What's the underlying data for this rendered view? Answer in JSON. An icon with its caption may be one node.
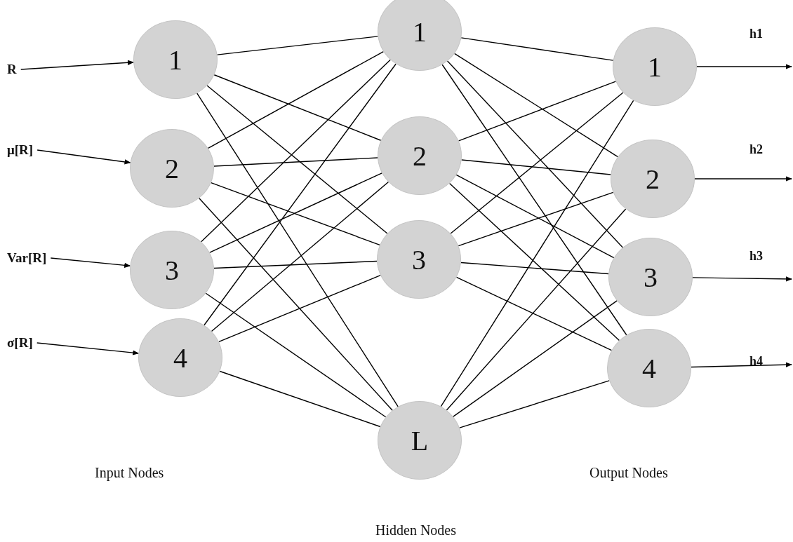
{
  "diagram": {
    "nodes": [
      {
        "text": [
          "R"
        ]
      },
      {
        "text": [
          "μ[R]"
        ]
      },
      {
        "text": [
          "Var[R]"
        ]
      },
      {
        "text": [
          "σ[R]"
        ]
      },
      {
        "text": [
          "1"
        ]
      },
      {
        "text": [
          "2"
        ]
      },
      {
        "text": [
          "3"
        ]
      },
      {
        "text": [
          "4"
        ]
      },
      {
        "text": [
          "1"
        ]
      },
      {
        "text": [
          "2"
        ]
      },
      {
        "text": [
          "3"
        ]
      },
      {
        "text": [
          "L"
        ]
      },
      {
        "text": [
          "1"
        ]
      },
      {
        "text": [
          "2"
        ]
      },
      {
        "text": [
          "3"
        ]
      },
      {
        "text": [
          "4"
        ]
      }
    ],
    "edges": [
      {
        "from": 0,
        "to": 4,
        "arrow": "to"
      },
      {
        "from": 1,
        "to": 5,
        "arrow": "to"
      },
      {
        "from": 2,
        "to": 6,
        "arrow": "to"
      },
      {
        "from": 3,
        "to": 7,
        "arrow": "to"
      },
      {
        "from": 4,
        "to": 8,
        "arrow": "none"
      },
      {
        "from": 4,
        "to": 9,
        "arrow": "none"
      },
      {
        "from": 4,
        "to": 10,
        "arrow": "none"
      },
      {
        "from": 4,
        "to": 11,
        "arrow": "none"
      },
      {
        "from": 5,
        "to": 8,
        "arrow": "none"
      },
      {
        "from": 5,
        "to": 9,
        "arrow": "none"
      },
      {
        "from": 5,
        "to": 10,
        "arrow": "none"
      },
      {
        "from": 5,
        "to": 11,
        "arrow": "none"
      },
      {
        "from": 6,
        "to": 8,
        "arrow": "none"
      },
      {
        "from": 6,
        "to": 9,
        "arrow": "none"
      },
      {
        "from": 6,
        "to": 10,
        "arrow": "none"
      },
      {
        "from": 6,
        "to": 11,
        "arrow": "none"
      },
      {
        "from": 7,
        "to": 8,
        "arrow": "none"
      },
      {
        "from": 7,
        "to": 9,
        "arrow": "none"
      },
      {
        "from": 7,
        "to": 10,
        "arrow": "none"
      },
      {
        "from": 7,
        "to": 11,
        "arrow": "none"
      },
      {
        "from": 8,
        "to": 12,
        "arrow": "none"
      },
      {
        "from": 8,
        "to": 13,
        "arrow": "none"
      },
      {
        "from": 8,
        "to": 14,
        "arrow": "none"
      },
      {
        "from": 8,
        "to": 15,
        "arrow": "none"
      },
      {
        "from": 9,
        "to": 12,
        "arrow": "none"
      },
      {
        "from": 9,
        "to": 13,
        "arrow": "none"
      },
      {
        "from": 9,
        "to": 14,
        "arrow": "none"
      },
      {
        "from": 9,
        "to": 15,
        "arrow": "none"
      },
      {
        "from": 10,
        "to": 12,
        "arrow": "none"
      },
      {
        "from": 10,
        "to": 13,
        "arrow": "none"
      },
      {
        "from": 10,
        "to": 14,
        "arrow": "none"
      },
      {
        "from": 10,
        "to": 15,
        "arrow": "none"
      },
      {
        "from": 11,
        "to": 12,
        "arrow": "none"
      },
      {
        "from": 11,
        "to": 13,
        "arrow": "none"
      },
      {
        "from": 11,
        "to": 14,
        "arrow": "none"
      },
      {
        "from": 11,
        "to": 15,
        "arrow": "none"
      },
      {
        "from": 12,
        "to": null,
        "arrow": "to"
      },
      {
        "from": 13,
        "to": null,
        "arrow": "to"
      },
      {
        "from": 14,
        "to": null,
        "arrow": "to"
      },
      {
        "from": 15,
        "to": null,
        "arrow": "to"
      }
    ],
    "labels": [
      "h1",
      "h2",
      "h3",
      "h4",
      "Input Nodes",
      "Output Nodes",
      "Hidden Nodes"
    ]
  }
}
